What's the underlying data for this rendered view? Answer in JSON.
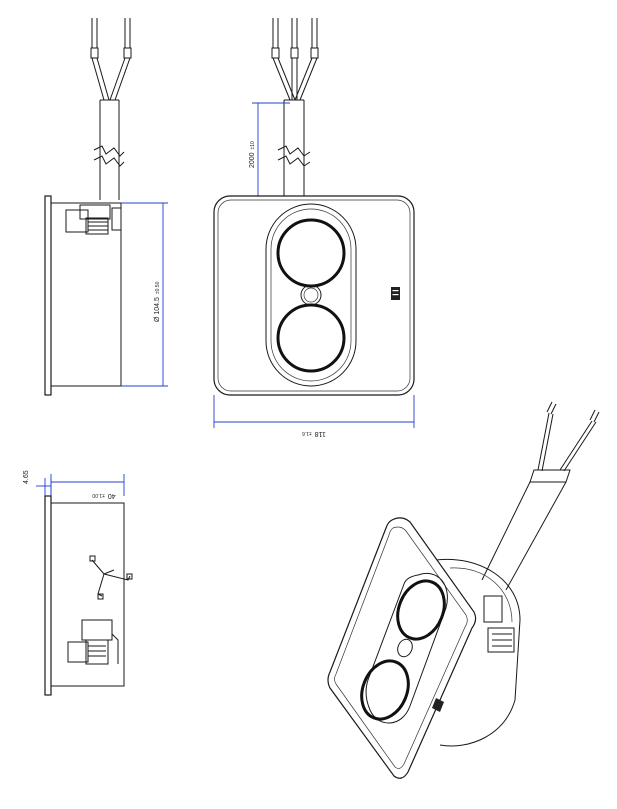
{
  "dimensions": {
    "cable_length": {
      "value": "2000",
      "tolerance": "±10"
    },
    "diameter": {
      "value": "Ø 104.5",
      "tolerance": "±0.50"
    },
    "width": {
      "value": "118",
      "tolerance": "±1.6"
    },
    "depth": {
      "value": "40",
      "tolerance": "±1.00"
    },
    "plate_thickness": {
      "value": "4.65"
    }
  },
  "colors": {
    "line": "#1a1a1a",
    "dimension_line": "#1f3fd1"
  },
  "views": [
    "side-view-top",
    "front-view",
    "side-view-bottom",
    "isometric-view"
  ]
}
